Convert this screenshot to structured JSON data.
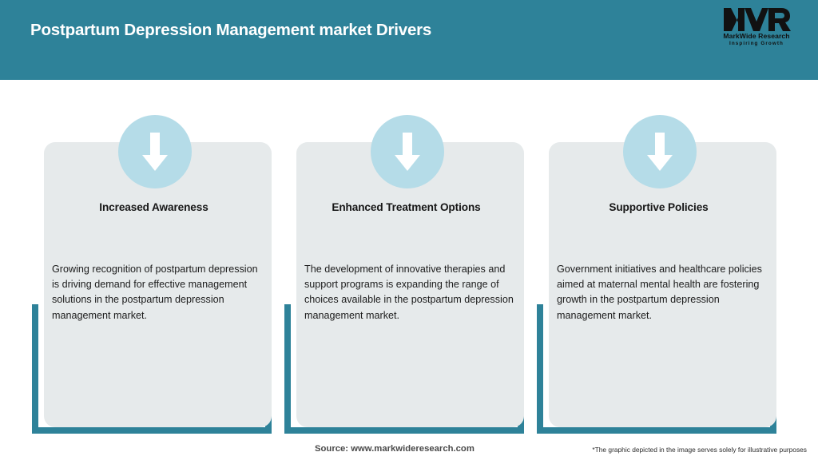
{
  "header": {
    "title": "Postpartum Depression Management market Drivers",
    "bar_color": "#2E8299",
    "title_color": "#FFFFFF"
  },
  "logo": {
    "mark": "MWR",
    "name": "MarkWide Research",
    "tagline": "Inspiring Growth"
  },
  "cards": [
    {
      "icon": "down-arrow-icon",
      "heading": "Increased Awareness",
      "text": "Growing recognition of postpartum depression is driving demand for effective management solutions in the postpartum depression management market."
    },
    {
      "icon": "down-arrow-icon",
      "heading": "Enhanced Treatment Options",
      "text": "The development of innovative therapies and support programs is expanding the range of choices available in the postpartum depression management market."
    },
    {
      "icon": "down-arrow-icon",
      "heading": "Supportive Policies",
      "text": "Government initiatives and healthcare policies aimed at maternal mental health are fostering growth in the postpartum depression management market."
    }
  ],
  "footer": {
    "source": "Source: www.markwideresearch.com",
    "disclaimer": "*The graphic depicted in the image serves solely for illustrative purposes"
  },
  "colors": {
    "teal": "#2E8299",
    "card_bg": "#E6EAEB",
    "icon_circle": "#B5DCE8",
    "arrow": "#FFFFFF"
  }
}
